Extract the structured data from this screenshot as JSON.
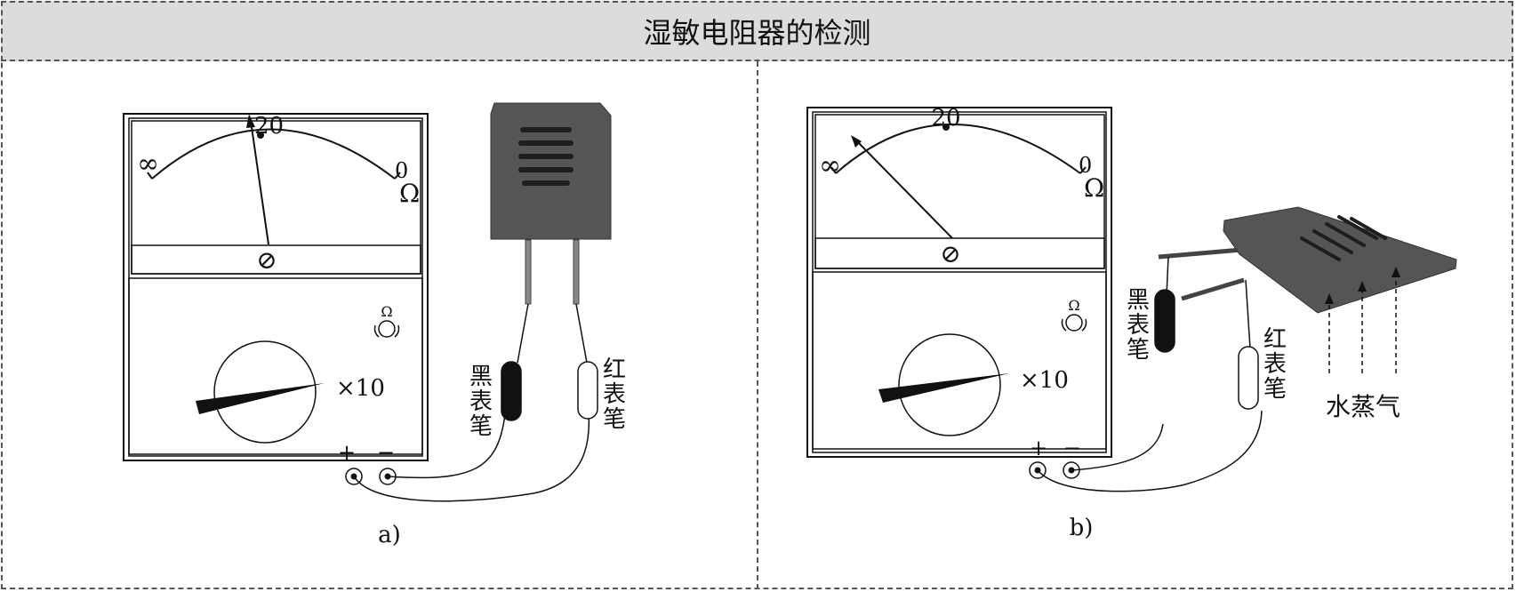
{
  "title": "湿敏电阻器的检测",
  "panels": [
    {
      "id": "a",
      "caption": "a)",
      "scale_top": "20",
      "scale_left": "∞",
      "scale_right": "0",
      "unit": "Ω",
      "zero_adjust": "⊘",
      "range_icon_label": "Ω",
      "range": "×10",
      "plus": "+",
      "minus": "−",
      "black_probe": [
        "黑",
        "表",
        "笔"
      ],
      "red_probe": [
        "红",
        "表",
        "笔"
      ]
    },
    {
      "id": "b",
      "caption": "b)",
      "scale_top": "20",
      "scale_left": "∞",
      "scale_right": "0",
      "unit": "Ω",
      "zero_adjust": "⊘",
      "range_icon_label": "Ω",
      "range": "×10",
      "plus": "+",
      "minus": "−",
      "black_probe": [
        "黑",
        "表",
        "笔"
      ],
      "red_probe": [
        "红",
        "表",
        "笔"
      ],
      "steam_label": "水蒸气"
    }
  ],
  "colors": {
    "sensor_body": "#555555",
    "sensor_slot": "#1e1e1e",
    "black_probe": "#111111",
    "red_probe": "#ffffff"
  }
}
